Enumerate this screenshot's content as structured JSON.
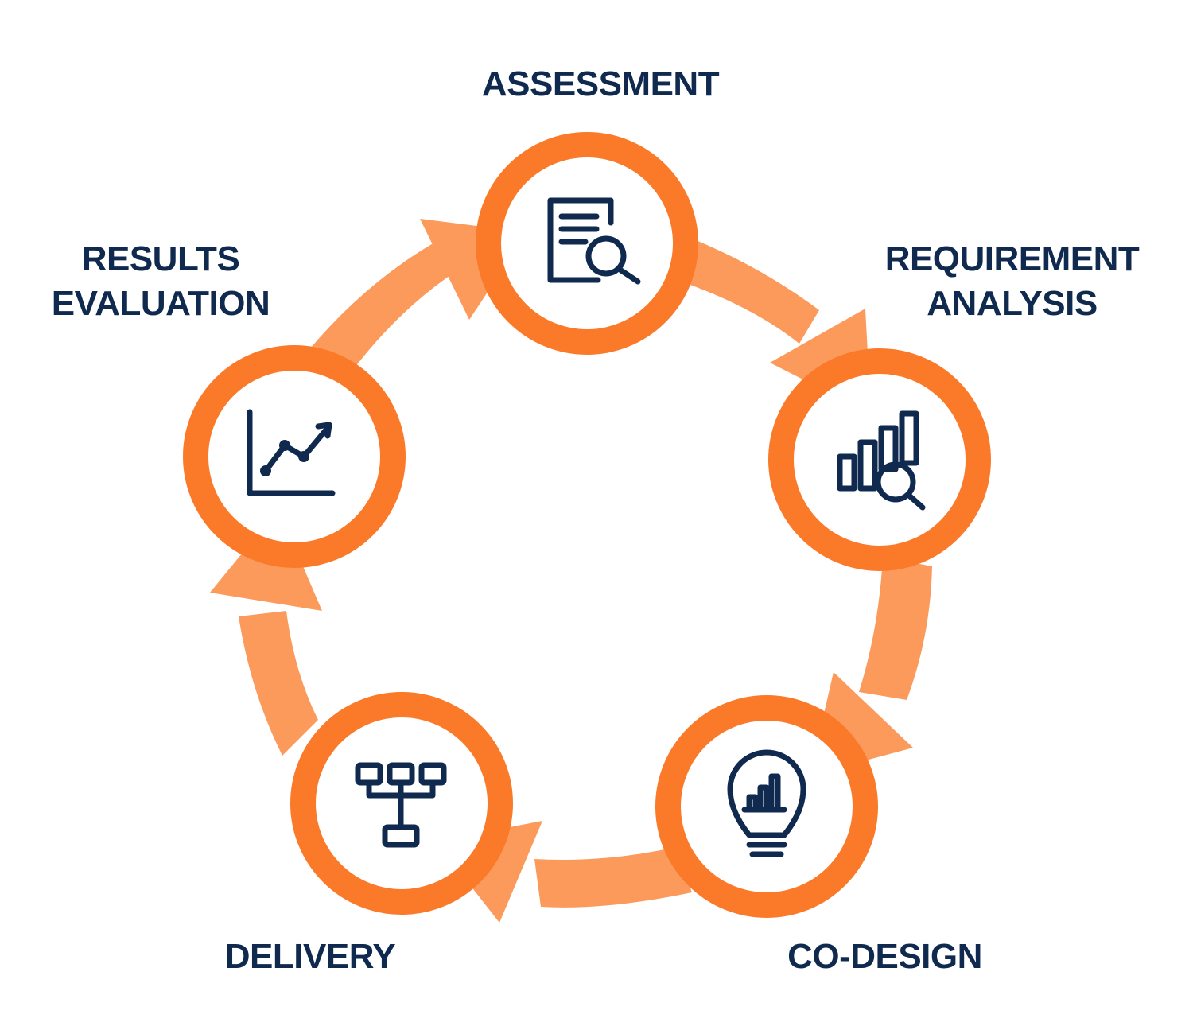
{
  "diagram": {
    "colors": {
      "arrow": "#fc9a5c",
      "ring": "#fb7a2a",
      "icon": "#0f2a4e",
      "text": "#0f2a4e",
      "background": "#ffffff"
    },
    "stages": [
      {
        "id": "assessment",
        "lines": [
          "ASSESSMENT"
        ],
        "icon": "document-search-icon"
      },
      {
        "id": "requirement",
        "lines": [
          "REQUIREMENT",
          "ANALYSIS"
        ],
        "icon": "bar-chart-search-icon"
      },
      {
        "id": "codesign",
        "lines": [
          "CO-DESIGN"
        ],
        "icon": "lightbulb-chart-icon"
      },
      {
        "id": "delivery",
        "lines": [
          "DELIVERY"
        ],
        "icon": "org-chart-icon"
      },
      {
        "id": "results",
        "lines": [
          "RESULTS",
          "EVALUATION"
        ],
        "icon": "line-chart-icon"
      }
    ]
  }
}
